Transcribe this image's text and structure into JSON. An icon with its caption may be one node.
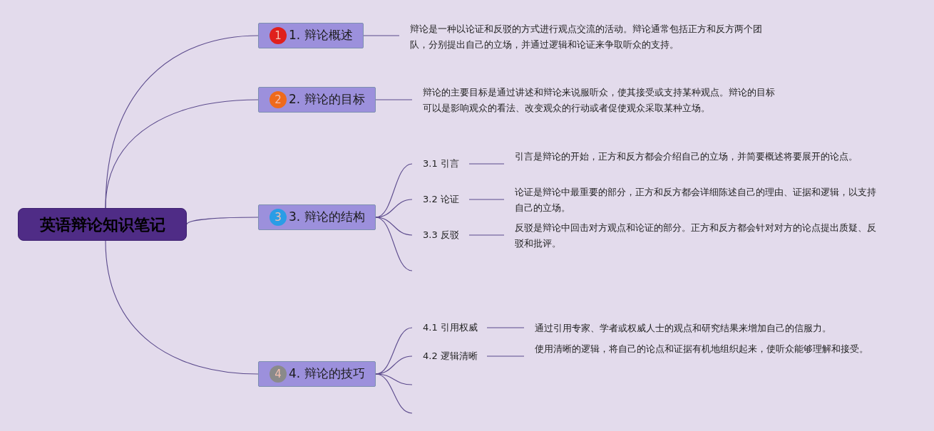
{
  "diagram": {
    "nodes": [
      {
        "text": [
          "英语辩论知识笔记"
        ]
      },
      {
        "text": [
          "1",
          "1. 辩论概述"
        ]
      },
      {
        "text": [
          "辩论是一种以论证和反驳的方式进行观点交流的活动。辩论通常包括正方和反方两个团队，分别提出自己的立场，并通过逻辑和论证来争取听众的支持。"
        ]
      },
      {
        "text": [
          "2",
          "2. 辩论的目标"
        ]
      },
      {
        "text": [
          "辩论的主要目标是通过讲述和辩论来说服听众，使其接受或支持某种观点。辩论的目标可以是影响观众的看法、改变观众的行动或者促使观众采取某种立场。"
        ]
      },
      {
        "text": [
          "3",
          "3. 辩论的结构"
        ]
      },
      {
        "text": [
          "3.1 引言"
        ]
      },
      {
        "text": [
          "引言是辩论的开始，正方和反方都会介绍自己的立场，并简要概述将要展开的论点。"
        ]
      },
      {
        "text": [
          "3.2 论证"
        ]
      },
      {
        "text": [
          "论证是辩论中最重要的部分，正方和反方都会详细陈述自己的理由、证据和逻辑，以支持自己的立场。"
        ]
      },
      {
        "text": [
          "3.3 反驳"
        ]
      },
      {
        "text": [
          "反驳是辩论中回击对方观点和论证的部分。正方和反方都会针对对方的论点提出质疑、反驳和批评。"
        ]
      },
      {
        "text": [
          "4",
          "4. 辩论的技巧"
        ]
      },
      {
        "text": [
          "4.1 引用权威"
        ]
      },
      {
        "text": [
          "通过引用专家、学者或权威人士的观点和研究结果来增加自己的信服力。"
        ]
      },
      {
        "text": [
          "4.2 逻辑清晰"
        ]
      },
      {
        "text": [
          "使用清晰的逻辑，将自己的论点和证据有机地组织起来，使听众能够理解和接受。"
        ]
      }
    ],
    "edges": [
      {
        "from": 0,
        "to": 1,
        "arrow": "none"
      },
      {
        "from": 0,
        "to": 3,
        "arrow": "none"
      },
      {
        "from": 0,
        "to": 5,
        "arrow": "none"
      },
      {
        "from": 0,
        "to": 12,
        "arrow": "none"
      },
      {
        "from": 1,
        "to": 2,
        "arrow": "none"
      },
      {
        "from": 3,
        "to": 4,
        "arrow": "none"
      },
      {
        "from": 5,
        "to": 6,
        "arrow": "none"
      },
      {
        "from": 6,
        "to": 7,
        "arrow": "none"
      },
      {
        "from": 5,
        "to": 8,
        "arrow": "none"
      },
      {
        "from": 8,
        "to": 9,
        "arrow": "none"
      },
      {
        "from": 5,
        "to": 10,
        "arrow": "none"
      },
      {
        "from": 10,
        "to": 11,
        "arrow": "none"
      },
      {
        "from": 5,
        "to": null,
        "arrow": "none"
      },
      {
        "from": 12,
        "to": 13,
        "arrow": "none"
      },
      {
        "from": 13,
        "to": 14,
        "arrow": "none"
      },
      {
        "from": 12,
        "to": 15,
        "arrow": "none"
      },
      {
        "from": 15,
        "to": 16,
        "arrow": "none"
      },
      {
        "from": 12,
        "to": null,
        "arrow": "none"
      },
      {
        "from": 12,
        "to": null,
        "arrow": "none"
      }
    ]
  }
}
